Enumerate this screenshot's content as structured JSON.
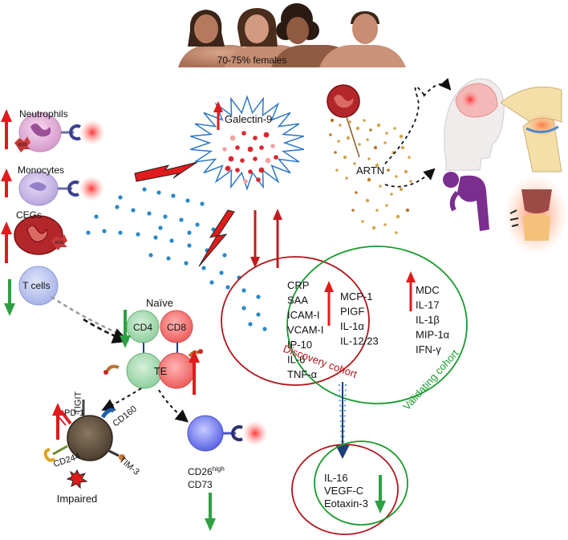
{
  "colors": {
    "up_arrow": "#e01b1b",
    "down_arrow": "#2ea043",
    "discovery_cohort": "#b0161b",
    "validating_cohort": "#1a9a2e",
    "dot_blue": "#2a88c4",
    "dot_red": "#d9262e",
    "dot_gold": "#d4a44c"
  },
  "population": {
    "label": "70-75% females"
  },
  "cells": {
    "neutrophils": "Neutrophils",
    "monocytes": "Monocytes",
    "cecs": "CEGs",
    "t_cells": "T cells",
    "ros": "ROS"
  },
  "galectin": {
    "label": "Galectin-9"
  },
  "artn": {
    "label": "ARTN"
  },
  "naive": {
    "title": "Naïve",
    "cd4": "CD4",
    "cd8": "CD8",
    "te": "TE"
  },
  "exhausted": {
    "pd1": "PD-1",
    "tigit": "TIGIT",
    "cd160": "CD160",
    "cd244": "CD244",
    "tim3": "TIM-3",
    "impaired": "Impaired"
  },
  "treg": {
    "cd26_base": "CD26",
    "cd26_sup": "high",
    "cd73": "CD73"
  },
  "discovery_markers": [
    "CRP",
    "SAA",
    "ICAM-I",
    "VCAM-I",
    "IP-10",
    "IL-6",
    "TNF-α"
  ],
  "discovery_up_markers": [
    "MCP-1",
    "PIGF",
    "IL-1α",
    "IL-12/23"
  ],
  "validating_markers": [
    "MDC",
    "IL-17",
    "IL-1β",
    "MIP-1α",
    "IFN-γ"
  ],
  "cohorts": {
    "discovery": "Discovery cohort",
    "validating": "Validating cohort"
  },
  "overlap_markers": [
    "IL-16",
    "VEGF-C",
    "Eotaxin-3"
  ]
}
